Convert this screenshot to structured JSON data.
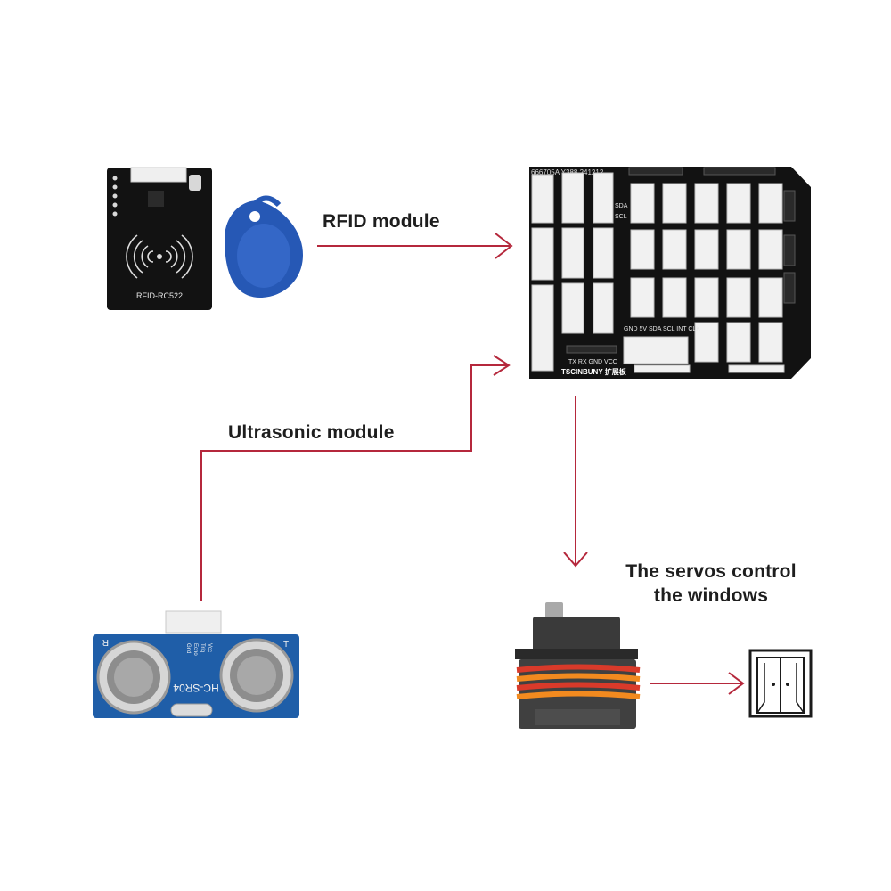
{
  "labels": {
    "rfid": "RFID module",
    "ultrasonic": "Ultrasonic module",
    "servo_line1": "The servos control",
    "servo_line2": "the windows"
  },
  "rfid_board": {
    "silkscreen": "RFID-RC522"
  },
  "ultrasonic_board": {
    "silkscreen": "HC-SR04",
    "pins": [
      "Vcc",
      "Trig",
      "Echo",
      "Gnd"
    ],
    "side_marks": [
      "T",
      "R"
    ]
  },
  "shield_board": {
    "top_text": "666705A Y388 241212",
    "bottom_text": "TSCINBUNY 扩展板",
    "uart_labels": "TX RX GND VCC",
    "i2c_labels": "GND 5V SDA SCL INT CLK",
    "sda": "SDA",
    "scl": "SCL"
  },
  "colors": {
    "arrow": "#b5283c",
    "board_black": "#121212",
    "board_blue": "#1f5ea8",
    "connector_white": "#f1f1f1",
    "keyfob_blue": "#2658b5"
  },
  "icons": [
    "rfid-keyfob",
    "servo-motor",
    "window-icon"
  ]
}
